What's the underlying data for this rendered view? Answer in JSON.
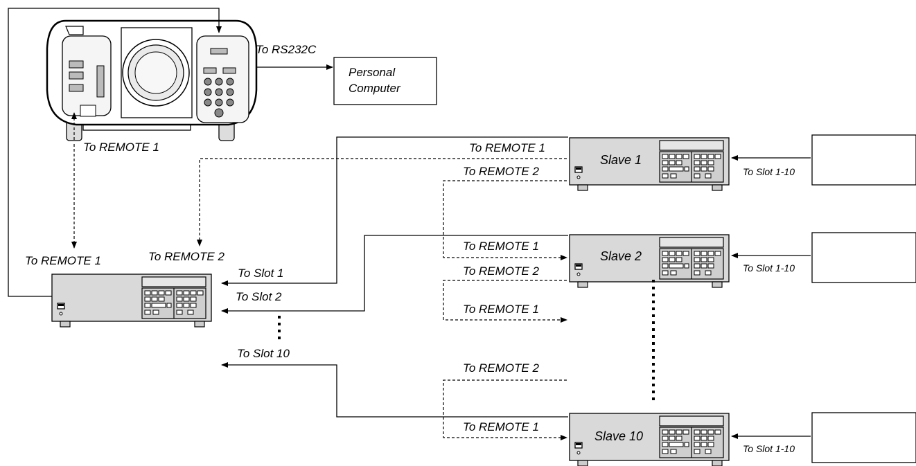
{
  "projector": {
    "label_rs232": "To RS232C",
    "label_remote1": "To REMOTE 1"
  },
  "computer": {
    "line1": "Personal",
    "line2": "Computer"
  },
  "master": {
    "label_remote1": "To REMOTE 1",
    "label_remote2": "To REMOTE 2",
    "slots": [
      "To Slot 1",
      "To Slot 2",
      "To Slot 10"
    ]
  },
  "slaves": [
    {
      "name": "Slave 1",
      "remote1": "To REMOTE 1",
      "remote2": "To REMOTE 2",
      "slot_label": "To Slot 1-10"
    },
    {
      "name": "Slave 2",
      "remote1": "To REMOTE 1",
      "remote2": "To REMOTE 2",
      "slot_label": "To Slot 1-10"
    },
    {
      "name": "Slave 10",
      "remote1": "To REMOTE 1",
      "slot_label": "To Slot 1-10"
    }
  ],
  "continuation": {
    "remote1": "To REMOTE 1",
    "remote2": "To REMOTE 2"
  }
}
